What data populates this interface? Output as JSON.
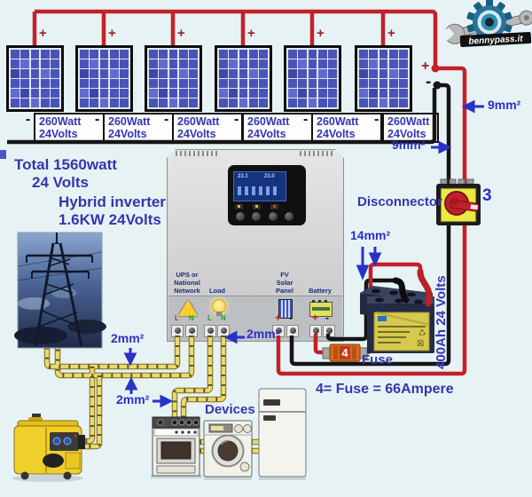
{
  "logo": {
    "text": "bennypass.it"
  },
  "solar_array": {
    "plus_symbol": "+",
    "minus_symbol": "-",
    "total_line1": "Total 1560watt",
    "total_line2": "24 Volts",
    "panels": [
      {
        "rating_line1": "260Watt",
        "rating_line2": "24Volts"
      },
      {
        "rating_line1": "260Watt",
        "rating_line2": "24Volts"
      },
      {
        "rating_line1": "260Watt",
        "rating_line2": "24Volts"
      },
      {
        "rating_line1": "260Watt",
        "rating_line2": "24Volts"
      },
      {
        "rating_line1": "260Watt",
        "rating_line2": "24Volts"
      },
      {
        "rating_line1": "260Watt",
        "rating_line2": "24Volts"
      }
    ]
  },
  "inverter": {
    "title_line1": "Hybrid inverter",
    "title_line2": "1.6KW 24Volts",
    "lcd_left": "23.1",
    "lcd_right": "23.0",
    "ports": {
      "ups_line1": "UPS or",
      "ups_line2": "National",
      "ups_line3": "Network",
      "load": "Load",
      "pv_line1": "FV",
      "pv_line2": "Solar",
      "pv_line3": "Panel",
      "battery": "Battery",
      "ups_l": "L",
      "ups_n": "N",
      "load_l": "L",
      "load_n": "N",
      "pv_plus": "+",
      "pv_minus": "-",
      "bat_plus": "+",
      "bat_minus": "-"
    }
  },
  "pv_circuit": {
    "plus_junction": "+",
    "minus_junction": "-"
  },
  "wires": {
    "pv_size": "9mm²",
    "battery_size": "14mm²",
    "ac_size": "2mm²"
  },
  "disconnector": {
    "label": "Disconnector",
    "number": "3"
  },
  "battery_bank": {
    "capacity_label": "400Ah 24 Volts",
    "fuse_label": "Fuse",
    "fuse_marking": "4",
    "fuse_note": "4= Fuse = 66Ampere"
  },
  "ac_circuit": {
    "devices_label": "Devices"
  },
  "colors": {
    "background": "#e7f2f5",
    "wire_positive": "#c22128",
    "wire_negative": "#151515",
    "wire_ac_yellow": "#ead96c",
    "label_blue": "#3437a9",
    "wire_size_blue": "#2b30c4"
  }
}
